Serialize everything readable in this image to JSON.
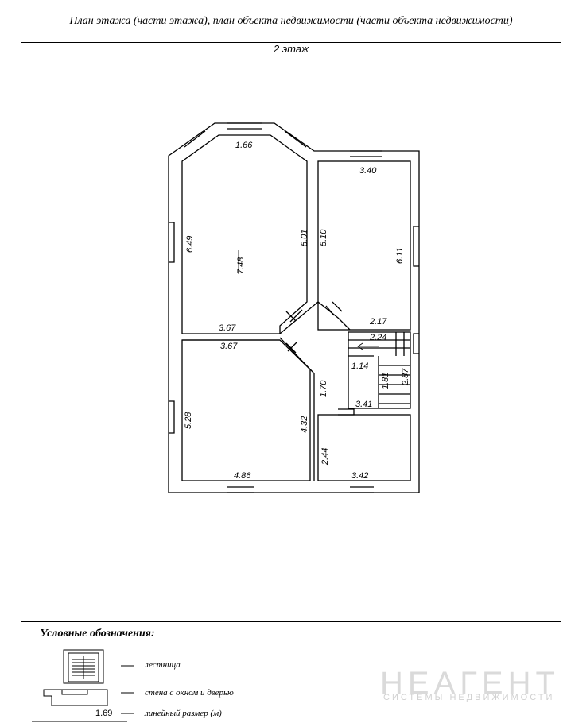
{
  "header": {
    "title": "План этажа (части этажа), план объекта недвижимости (части объекта недвижимости)"
  },
  "floor": {
    "label": "2 этаж"
  },
  "dimensions": {
    "d1": "1.66",
    "d2": "3.40",
    "d3": "6.49",
    "d4": "7.48",
    "d5": "5.01",
    "d6": "5.10",
    "d7": "6.11",
    "d8": "3.67",
    "d9": "2.17",
    "d10": "3.67",
    "d11": "2.24",
    "d12": "1.14",
    "d13": "1.70",
    "d14": "1.81",
    "d15": "2.87",
    "d16": "3.41",
    "d17": "5.28",
    "d18": "4.32",
    "d19": "2.44",
    "d20": "4.86",
    "d21": "3.42"
  },
  "legend": {
    "title": "Условные обозначения:",
    "stairs": "лестница",
    "wall": "стена с окном и дверью",
    "sample_value": "1.69",
    "linear": "линейный размер (м)"
  },
  "watermark": {
    "brand": "НЕАГЕНТ",
    "tagline": "СИСТЕМЫ НЕДВИЖИМОСТИ"
  }
}
